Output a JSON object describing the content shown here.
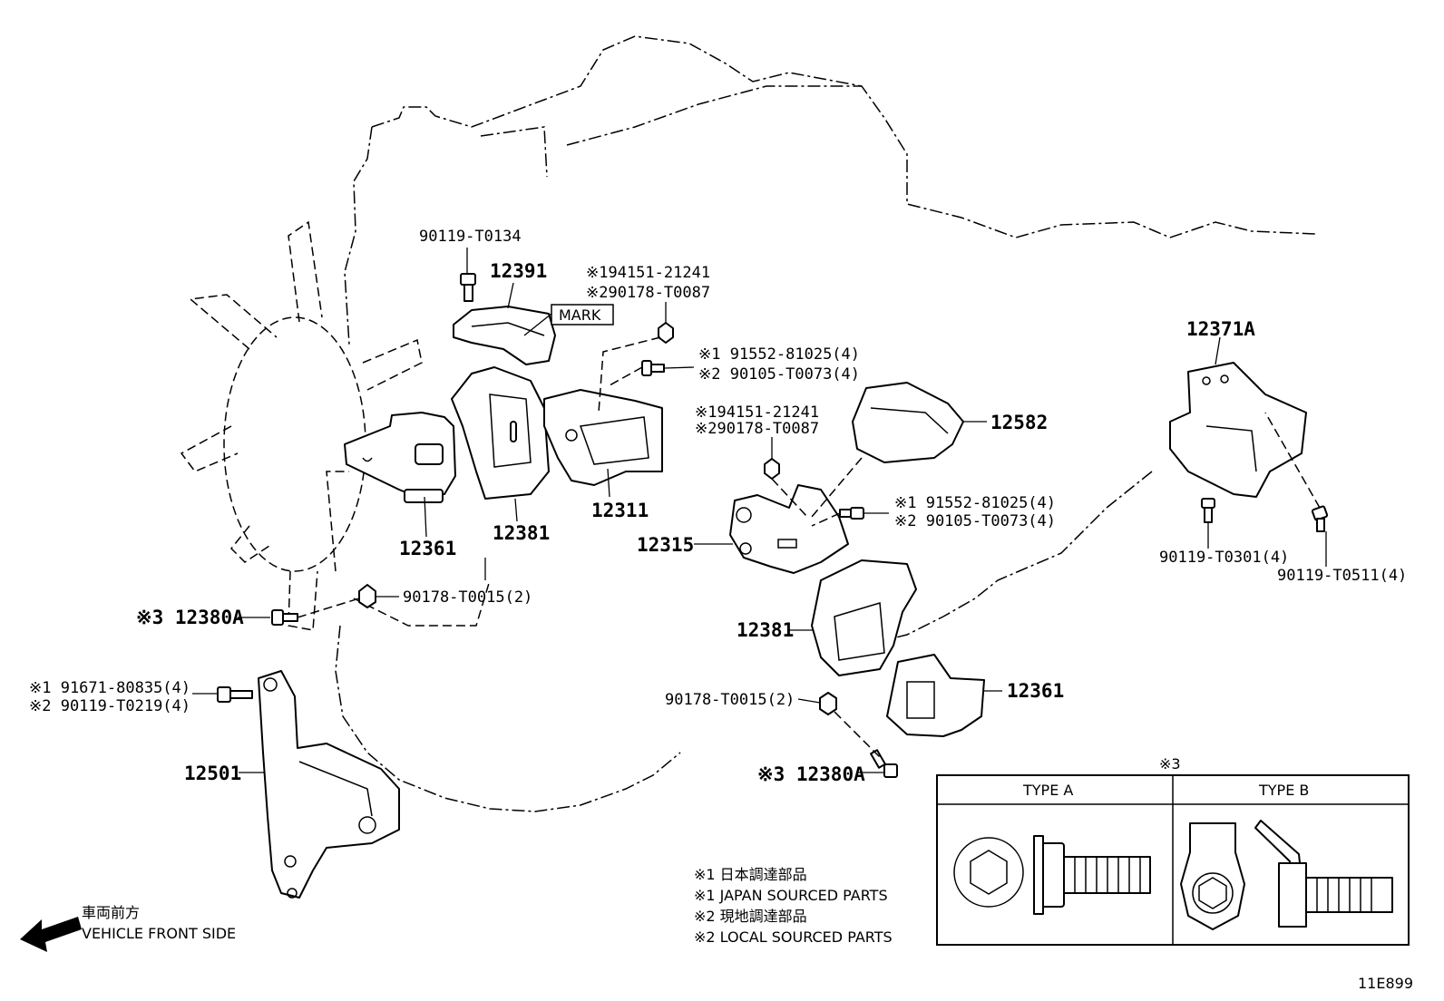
{
  "callouts": {
    "p90119_T0134": "90119-T0134",
    "p12391": "12391",
    "mark": "MARK",
    "top_nut_1": "※194151-21241",
    "top_nut_2": "※290178-T0087",
    "top_bolt_1": "※1 91552-81025(4)",
    "top_bolt_2": "※2 90105-T0073(4)",
    "p12311": "12311",
    "p12361_left": "12361",
    "p12381_left": "12381",
    "mid_nut_1": "※194151-21241",
    "mid_nut_2": "※290178-T0087",
    "p12582": "12582",
    "mid_bolt_1": "※1 91552-81025(4)",
    "mid_bolt_2": "※2 90105-T0073(4)",
    "p12315": "12315",
    "p12371A": "12371A",
    "p90119_T0301": "90119-T0301(4)",
    "p90119_T0511": "90119-T0511(4)",
    "left_12380A": "※3 12380A",
    "left_nut_90178": "90178-T0015(2)",
    "p12381_right": "12381",
    "bracket_bolt_1": "※1 91671-80835(4)",
    "bracket_bolt_2": "※2 90119-T0219(4)",
    "right_nut_90178": "90178-T0015(2)",
    "p12361_right": "12361",
    "p12501": "12501",
    "right_12380A": "※3 12380A"
  },
  "legend": {
    "line1": "※1 日本調達部品",
    "line2": "※1 JAPAN SOURCED PARTS",
    "line3": "※2 現地調達部品",
    "line4": "※2 LOCAL SOURCED PARTS"
  },
  "direction": {
    "line1": "車両前方",
    "line2": "VEHICLE FRONT SIDE"
  },
  "inset": {
    "marker": "※3",
    "type_a": "TYPE A",
    "type_b": "TYPE B"
  },
  "figure_id": "11E899"
}
